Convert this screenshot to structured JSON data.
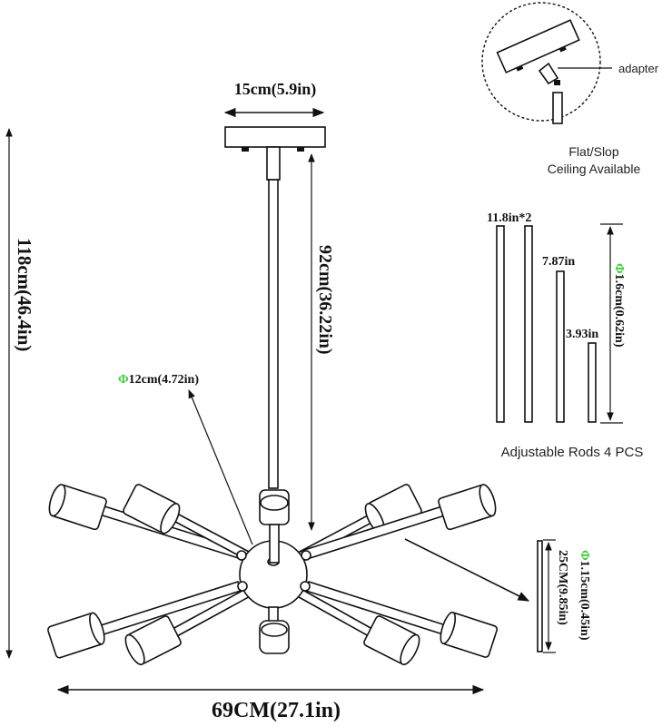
{
  "title": "Sputnik chandelier dimension diagram",
  "colors": {
    "line": "#111111",
    "phi_accent": "#3ccf3c",
    "background": "#ffffff"
  },
  "dimensions": {
    "canopy_width": "15cm(5.9in)",
    "overall_height": "118cm(46.4in)",
    "rod_length": "92cm(36.22in)",
    "body_diameter_symbol": "Φ",
    "body_diameter": "12cm(4.72in)",
    "overall_width": "69CM(27.1in)",
    "arm_diameter_symbol": "Φ",
    "arm_diameter": "1.15cm(0.45in)",
    "arm_length": "25CM(9.85in)"
  },
  "inset": {
    "adapter_label": "adapter",
    "caption_line1": "Flat/Slop",
    "caption_line2": "Ceiling Available"
  },
  "rods": {
    "labels": [
      "11.8in*2",
      "7.87in",
      "3.93in"
    ],
    "diameter_symbol": "Φ",
    "diameter": "1.6cm(0.62in)",
    "caption": "Adjustable Rods 4 PCS",
    "count": 4
  },
  "fixture": {
    "arm_count": 12
  }
}
